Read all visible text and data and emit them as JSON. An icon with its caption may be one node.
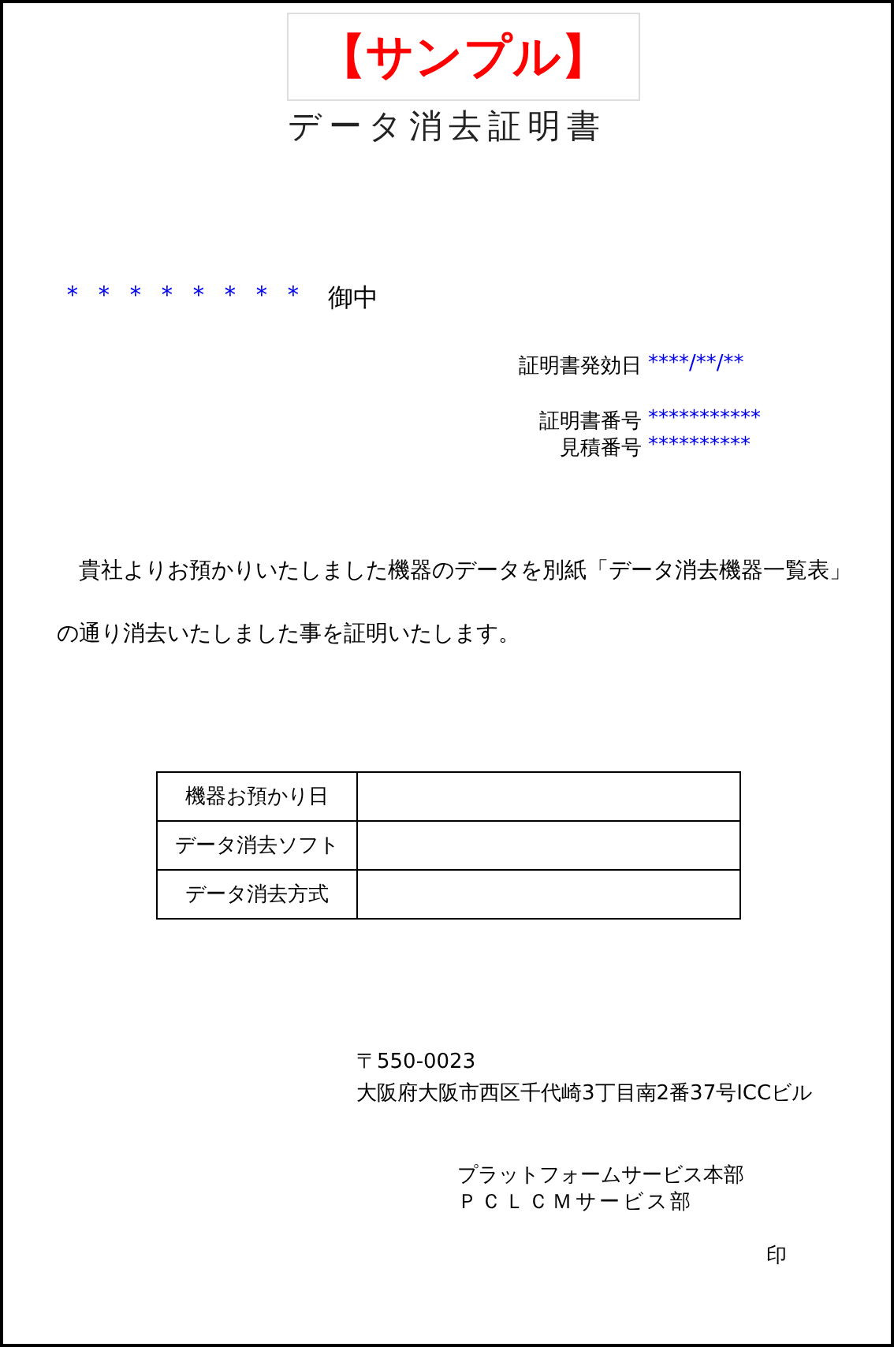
{
  "diagram": {
    "title": "データ消去証明書",
    "nodes": [
      {
        "text": [
          "【サンプル】"
        ]
      }
    ],
    "labels": [
      "＊＊＊＊＊＊＊＊",
      "御中",
      "証明書発効日",
      "****/**/**",
      "証明書番号",
      "***********",
      "見積番号",
      "**********",
      "貴社よりお預かりいたしました機器のデータを別紙「データ消去機器一覧表」の通り消去いたしました事を証明いたします。",
      "機器お預かり日",
      "データ消去ソフト",
      "データ消去方式",
      "〒550-0023",
      "大阪府大阪市西区千代崎3丁目南2番37号ICCビル",
      "プラットフォームサービス本部",
      "ＰＣＬＣＭサービス部",
      "印"
    ]
  }
}
